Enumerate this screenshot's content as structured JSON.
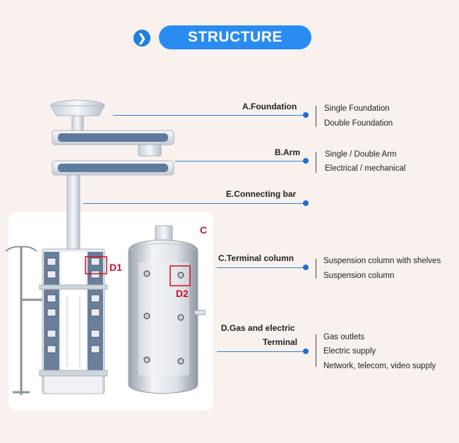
{
  "header": {
    "title": "STRUCTURE"
  },
  "sections": {
    "foundation": {
      "title": "A.Foundation",
      "items": [
        "Single Foundation",
        "Double Foundation"
      ]
    },
    "arm": {
      "title": "B.Arm",
      "items": [
        "Single / Double Arm",
        "Electrical / mechanical"
      ]
    },
    "connecting_bar": {
      "title": "E.Connecting bar"
    },
    "terminal_column": {
      "title": "C.Terminal column",
      "items": [
        "Suspension column with shelves",
        "Suspension column"
      ]
    },
    "gas_electric": {
      "title_line1": "D.Gas and electric",
      "title_line2": "Terminal",
      "items": [
        "Gas outlets",
        "Electric supply",
        "Network, telecom, video supply"
      ]
    }
  },
  "callouts": {
    "c": "C",
    "d1": "D1",
    "d2": "D2"
  },
  "colors": {
    "accent": "#2a8cf0",
    "line": "#2f7fd6",
    "callout": "#c8102e",
    "background": "#f8f1ee"
  }
}
